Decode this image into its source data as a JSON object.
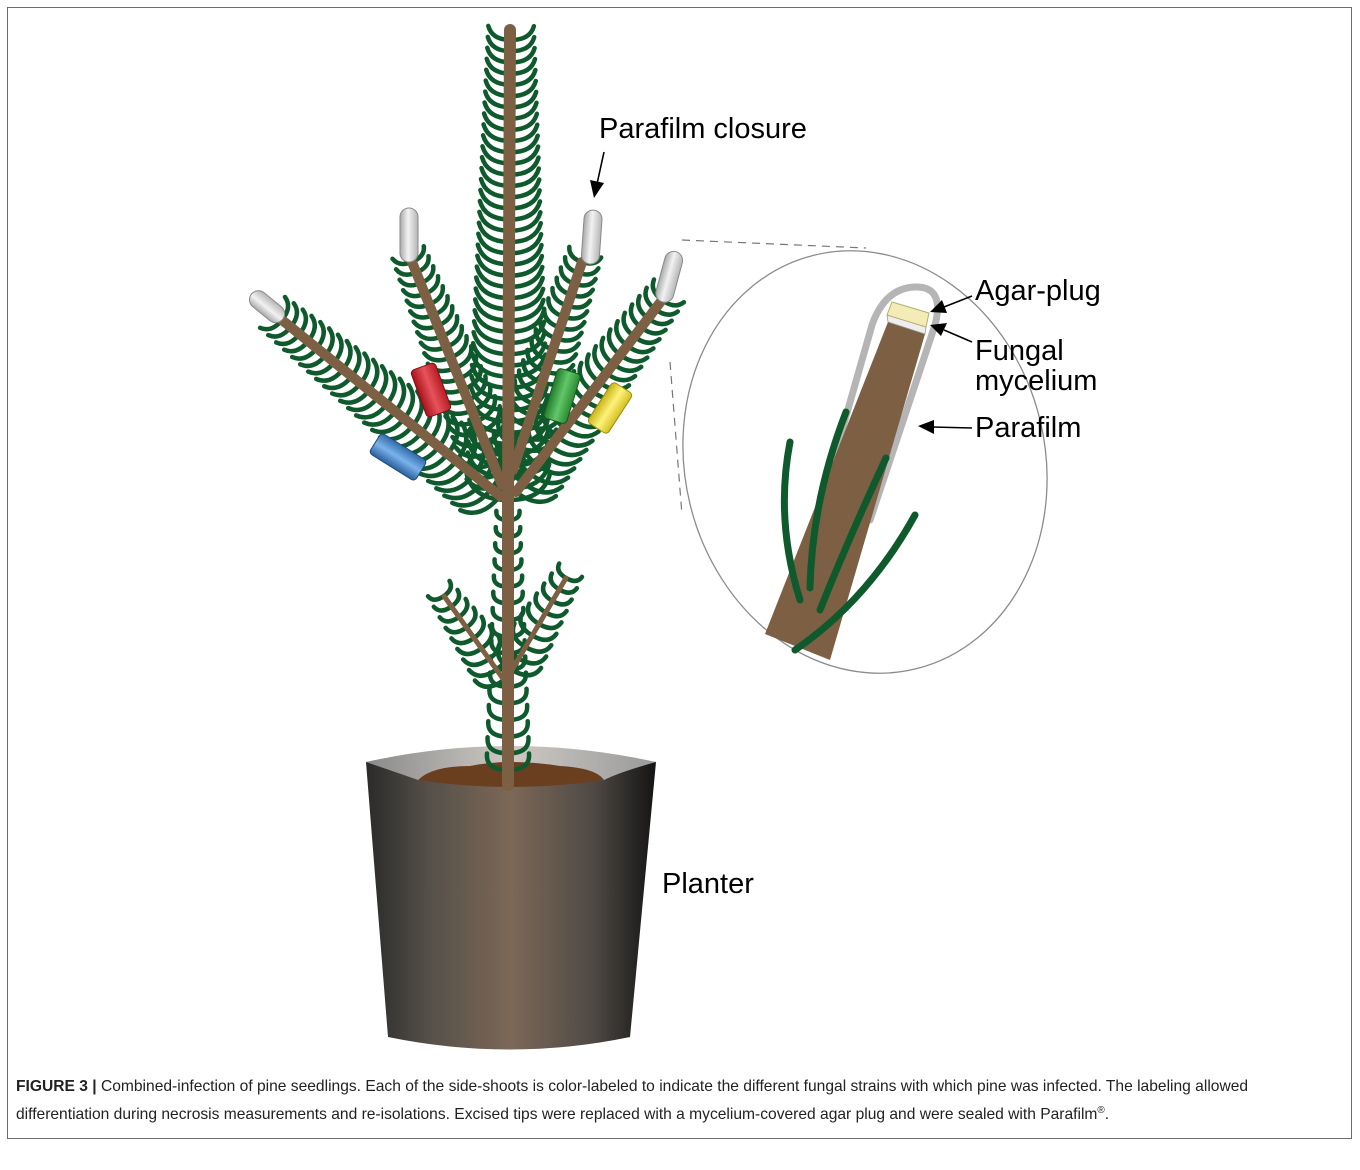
{
  "figure": {
    "labels": {
      "parafilm_closure": "Parafilm closure",
      "agar_plug": "Agar-plug",
      "fungal": "Fungal",
      "mycelium": "mycelium",
      "parafilm": "Parafilm",
      "planter": "Planter"
    },
    "colors": {
      "stem": "#7d5f44",
      "needle": "#0f5a2c",
      "cap": "#d6d6d6",
      "red_tag": "#d8313b",
      "green_tag": "#3ea844",
      "yellow_tag": "#f2e23a",
      "blue_tag": "#4286c9",
      "agar": "#f3ecb8",
      "parafilm_line": "#b5b5b5",
      "pot_dark": "#2b2b2b",
      "pot_mid": "#7c6857",
      "soil": "#6a3f20"
    }
  },
  "caption": {
    "title": "FIGURE 3 |",
    "text": " Combined-infection of pine seedlings. Each of the side-shoots is color-labeled to indicate the different fungal strains with which pine was infected. The labeling allowed differentiation during necrosis measurements and re-isolations. Excised tips were replaced with a mycelium-covered agar plug and were sealed with Parafilm",
    "trademark": "®",
    "end": "."
  }
}
